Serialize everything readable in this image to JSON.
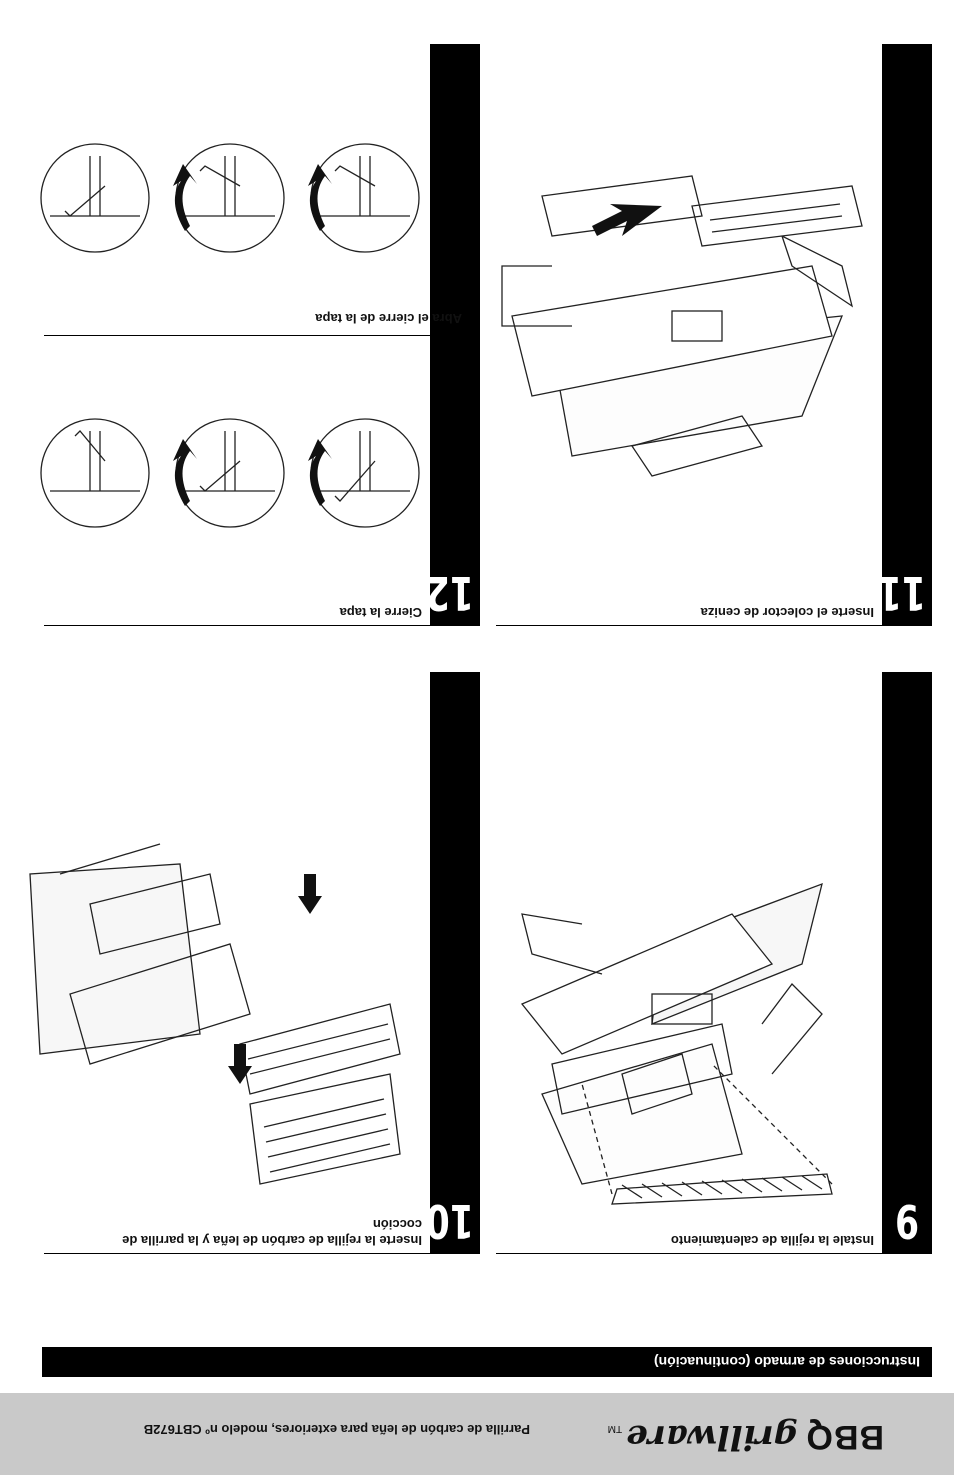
{
  "footer": {
    "logo_bbq": "BBQ",
    "logo_grillware": "grillware",
    "logo_tm": "TM",
    "model_text": "Parrilla de carbón de leña para exteriores, modelo nº CBT672B"
  },
  "section_title": "Instrucciones de armado (continuación)",
  "steps": [
    {
      "number": "9",
      "title": "Instale la rejilla de calentamiento"
    },
    {
      "number": "10",
      "title": "Inserte la rejilla de carbón de leña y la parrilla de cocción"
    },
    {
      "number": "11",
      "title": "Inserte el colector de ceniza"
    },
    {
      "number": "12",
      "title": "Cierre la tapa",
      "subtitle": "Abra el cierre de la tapa"
    }
  ]
}
